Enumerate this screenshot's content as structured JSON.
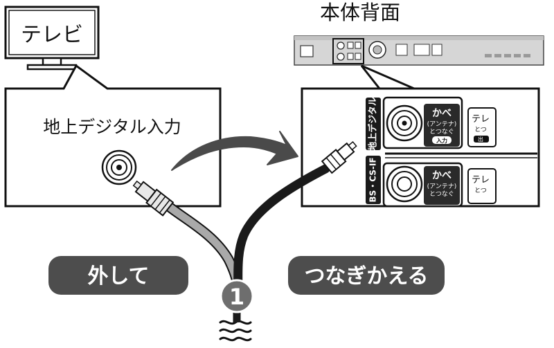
{
  "tv": {
    "label": "テレビ",
    "input_label": "地上デジタル入力"
  },
  "recorder": {
    "title": "本体背面",
    "digital_vertical_label": "地上デジタル",
    "bscs_vertical_label": "BS・CS-IF",
    "port_wall_label": "かべ",
    "port_antenna_sub": "(アンテナ)",
    "port_connect_sub": "とつなぐ",
    "port_input_badge": "入力",
    "port_tv_label": "テレ",
    "port_tv_sub": "とつ",
    "port_tv_badge": "出",
    "port_tv_sub2": "とつ"
  },
  "actions": {
    "disconnect": "外して",
    "reconnect": "つなぎかえる"
  },
  "step": {
    "number": "1"
  },
  "colors": {
    "line": "#111111",
    "pill_fill": "#4d4d4d",
    "cable_gray": "#a9a9a9",
    "device_gray": "#d6d6d6"
  }
}
